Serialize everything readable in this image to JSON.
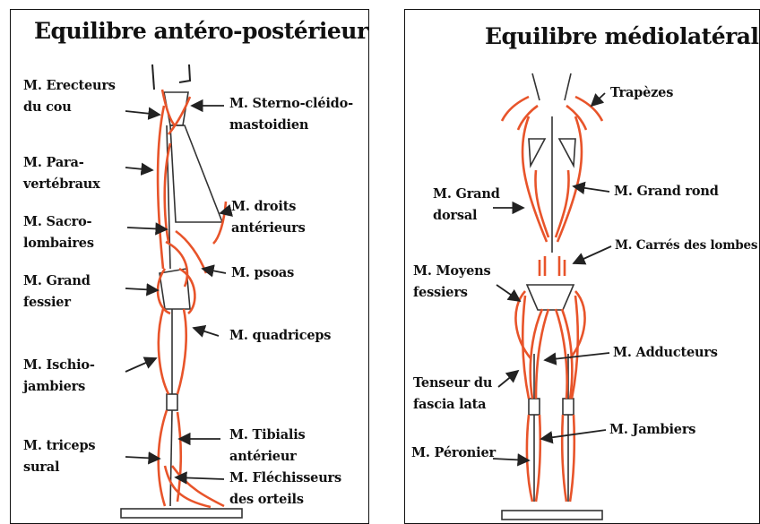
{
  "left": {
    "title": "Equilibre antéro-postérieur",
    "labels": {
      "erecteurs": [
        "M. Erecteurs",
        "du cou"
      ],
      "sterno": [
        "M. Sterno-cléido-",
        "mastoidien"
      ],
      "paravert": [
        "M. Para-",
        "vertébraux"
      ],
      "droits": [
        "M. droits",
        "antérieurs"
      ],
      "sacro": [
        "M. Sacro-",
        "lombaires"
      ],
      "psoas": [
        "M. psoas"
      ],
      "fessier": [
        "M. Grand",
        "fessier"
      ],
      "quadriceps": [
        "M. quadriceps"
      ],
      "ischio": [
        "M. Ischio-",
        "jambiers"
      ],
      "tibialis": [
        "M. Tibialis",
        "antérieur"
      ],
      "triceps": [
        "M. triceps",
        "sural"
      ],
      "flechisseurs": [
        "M. Fléchisseurs",
        "des orteils"
      ]
    }
  },
  "right": {
    "title": "Equilibre médiolatéral",
    "labels": {
      "trapezes": [
        "Trapèzes"
      ],
      "dorsal": [
        "M. Grand",
        "dorsal"
      ],
      "rond": [
        "M. Grand rond"
      ],
      "carres": [
        "M. Carrés des lombes"
      ],
      "moyens": [
        "M. Moyens",
        "fessiers"
      ],
      "adducteurs": [
        "M. Adducteurs"
      ],
      "tenseur": [
        "Tenseur du",
        "fascia lata"
      ],
      "jambiers": [
        "M. Jambiers"
      ],
      "peronier": [
        "M. Péronier"
      ]
    }
  },
  "colors": {
    "muscle": "#e8542a",
    "line": "#222222",
    "border": "#111111"
  },
  "icons": {
    "arrows": "arrow-icon"
  }
}
